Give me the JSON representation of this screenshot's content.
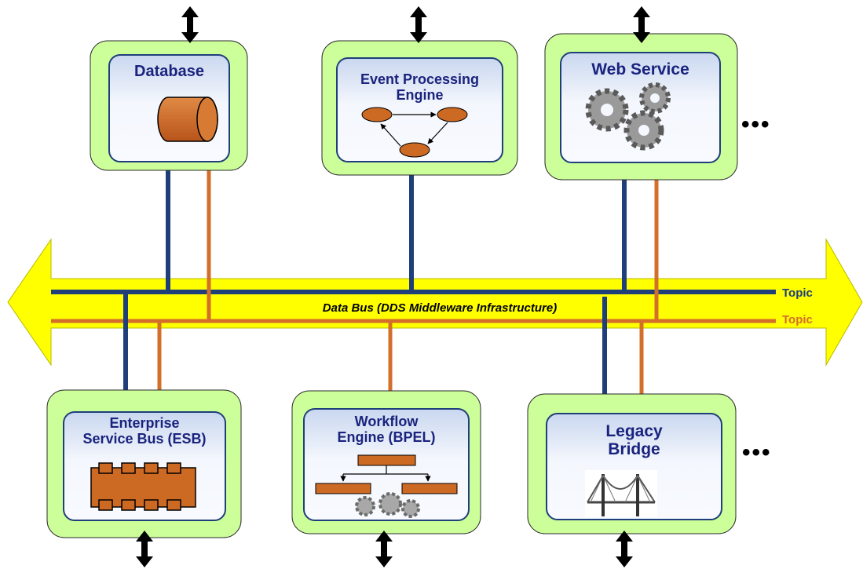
{
  "bus": {
    "title": "Data Bus (DDS Middleware Infrastructure)",
    "topic_blue": "Topic",
    "topic_orange": "Topic"
  },
  "components": {
    "database": {
      "label": "Database",
      "icon": "database-cylinder-icon"
    },
    "event_processing": {
      "label_line1": "Event Processing",
      "label_line2": "Engine",
      "icon": "state-graph-icon"
    },
    "web_service": {
      "label": "Web Service",
      "icon": "gears-icon"
    },
    "esb": {
      "label_line1": "Enterprise",
      "label_line2": "Service Bus (ESB)",
      "icon": "bus-connector-icon"
    },
    "workflow": {
      "label_line1": "Workflow",
      "label_line2": "Engine (BPEL)",
      "icon": "workflow-tree-icon"
    },
    "legacy": {
      "label_line1": "Legacy",
      "label_line2": "Bridge",
      "icon": "bridge-icon"
    }
  },
  "more": {
    "top_right": "•••",
    "bottom_right": "•••"
  },
  "colors": {
    "blue_line": "#1f3f7a",
    "orange_line": "#d36f2a",
    "bus_fill": "#ffff00",
    "outer_box": "#ccff99",
    "inner_box_top": "#f4f7fd",
    "inner_box_bottom": "#c9d7ef",
    "label": "#1a237e"
  }
}
